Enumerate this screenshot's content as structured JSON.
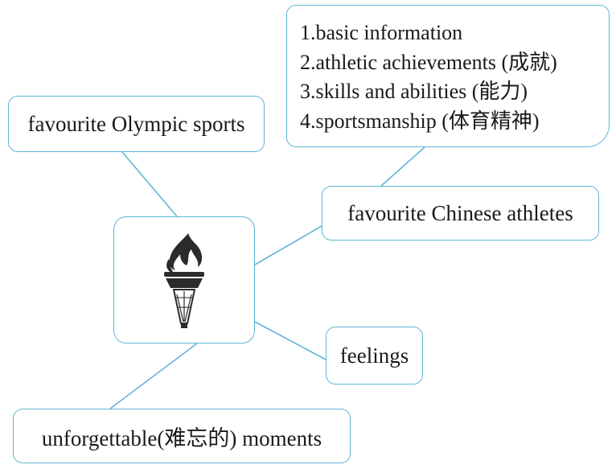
{
  "center": {
    "icon": "olympic-torch-icon"
  },
  "nodes": {
    "olympic_sports": "favourite Olympic sports",
    "chinese_athletes": "favourite Chinese athletes",
    "feelings": "feelings",
    "moments": "unforgettable(难忘的) moments"
  },
  "details": {
    "items": [
      "1.basic information",
      "2.athletic achievements (成就)",
      "3.skills and abilities (能力)",
      "4.sportsmanship (体育精神)"
    ]
  },
  "colors": {
    "border": "#5fb6d6",
    "text": "#1a1a1a",
    "torch": "#2b2b2b"
  }
}
